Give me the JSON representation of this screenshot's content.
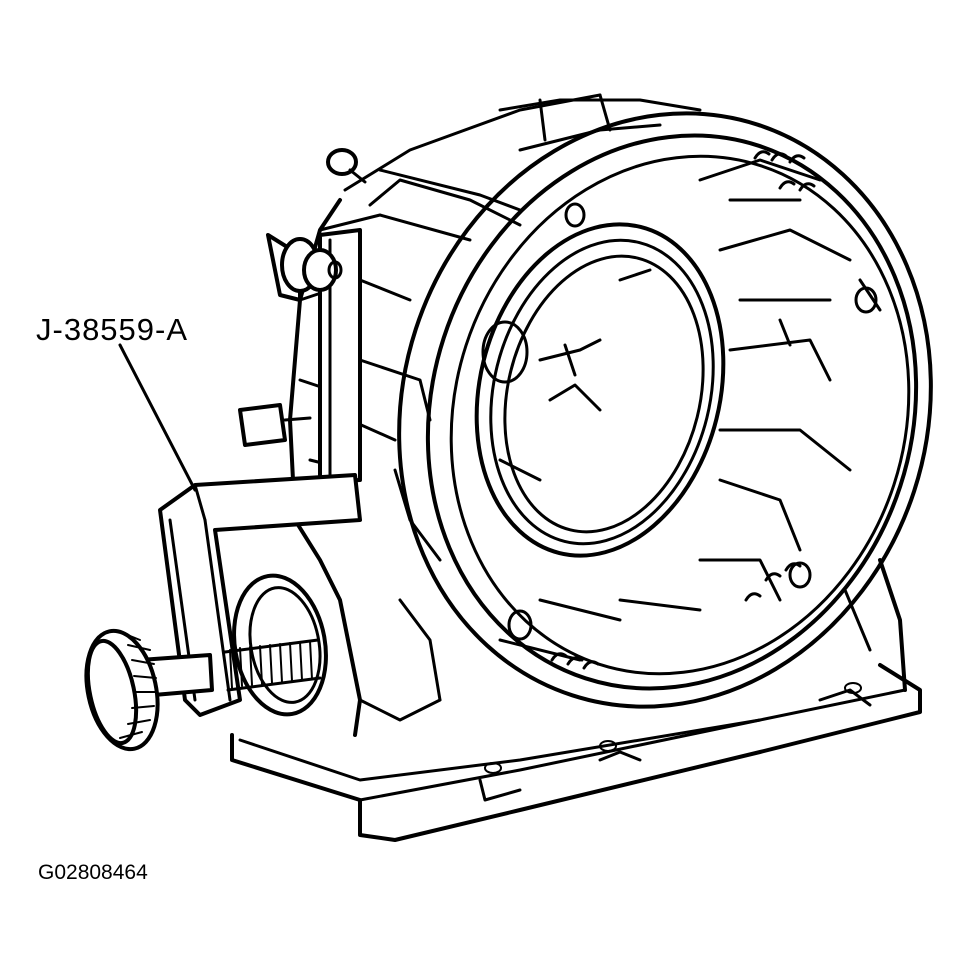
{
  "figure": {
    "callout_label": "J-38559-A",
    "figure_id": "G02808464"
  },
  "icons": {
    "housing": "transmission-case-drawing",
    "tool": "holding-fixture-tool-drawing",
    "knob": "knurled-knob-drawing"
  },
  "colors": {
    "line": "#000000",
    "background": "#ffffff"
  }
}
